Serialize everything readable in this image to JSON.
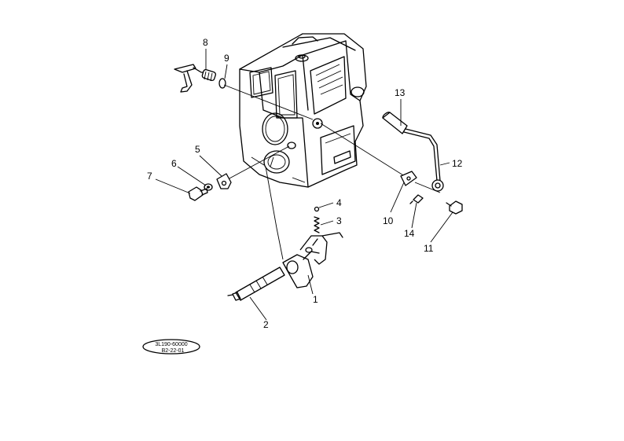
{
  "callouts": {
    "c1": "1",
    "c2": "2",
    "c3": "3",
    "c4": "4",
    "c5": "5",
    "c6": "6",
    "c7": "7",
    "c8": "8",
    "c9": "9",
    "c10": "10",
    "c11": "11",
    "c12": "12",
    "c13": "13",
    "c14": "14"
  },
  "reference_label": {
    "line1": "3L190-60000",
    "line2": "B2-22-01"
  }
}
